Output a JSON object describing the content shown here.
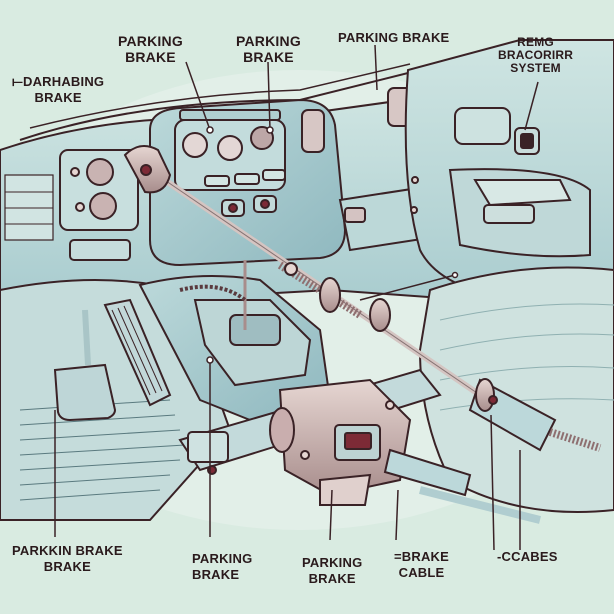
{
  "title": "Parking brake system illustration",
  "labels": {
    "top_left": [
      "⟝DARHABING",
      "BRAKE"
    ],
    "top_1": [
      "PARKING",
      "BRAKE"
    ],
    "top_2": [
      "PARKING",
      "BRAKE"
    ],
    "top_3": [
      "PARKING BRAKE"
    ],
    "top_right": [
      "REMG",
      "BRACORIRR",
      "SYSTEM"
    ],
    "bottom_left": [
      "PARKKIN BRAKE",
      "BRAKE"
    ],
    "bottom_2": [
      "PARKING",
      "BRAKE"
    ],
    "bottom_3": [
      "PARKING",
      "BRAKE"
    ],
    "bottom_4": [
      "=BRAKE",
      "CABLE"
    ],
    "bottom_right": [
      "-CCABES"
    ]
  },
  "colors": {
    "background": "#d9ebe1",
    "panel": "#b9d6d6",
    "panel_light": "#cfe3e0",
    "outline": "#3a2226",
    "accent": "#7d2a36",
    "metal": "#c8b7b4",
    "text": "#2a1a1c"
  }
}
